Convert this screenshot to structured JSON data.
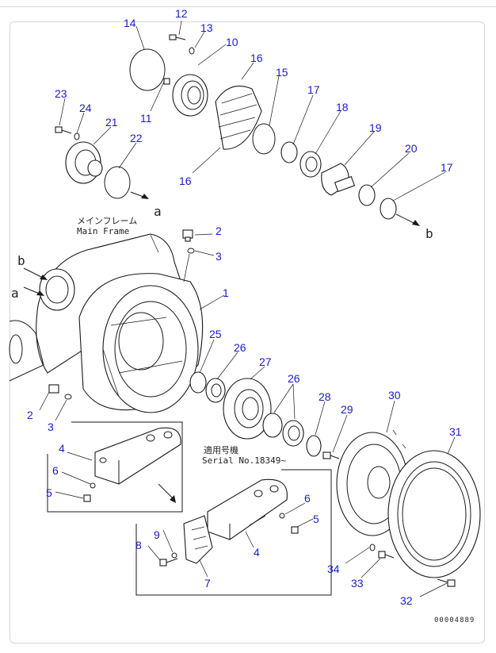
{
  "labels": {
    "main_frame_jp": "メインフレーム",
    "main_frame_en": "Main Frame",
    "serial_jp": "適用号機",
    "serial_en": "Serial No.18349~",
    "arrow_a": "a",
    "arrow_b": "b",
    "drawing_code": "00004889"
  },
  "callouts": [
    "1",
    "2",
    "3",
    "4",
    "5",
    "6",
    "7",
    "8",
    "9",
    "10",
    "11",
    "12",
    "13",
    "14",
    "15",
    "16",
    "17",
    "18",
    "19",
    "20",
    "21",
    "22",
    "23",
    "24",
    "25",
    "26",
    "27",
    "28",
    "29",
    "30",
    "31",
    "32",
    "33",
    "34"
  ],
  "colors": {
    "callout": "#1a1acc",
    "line": "#1a1a1a"
  }
}
